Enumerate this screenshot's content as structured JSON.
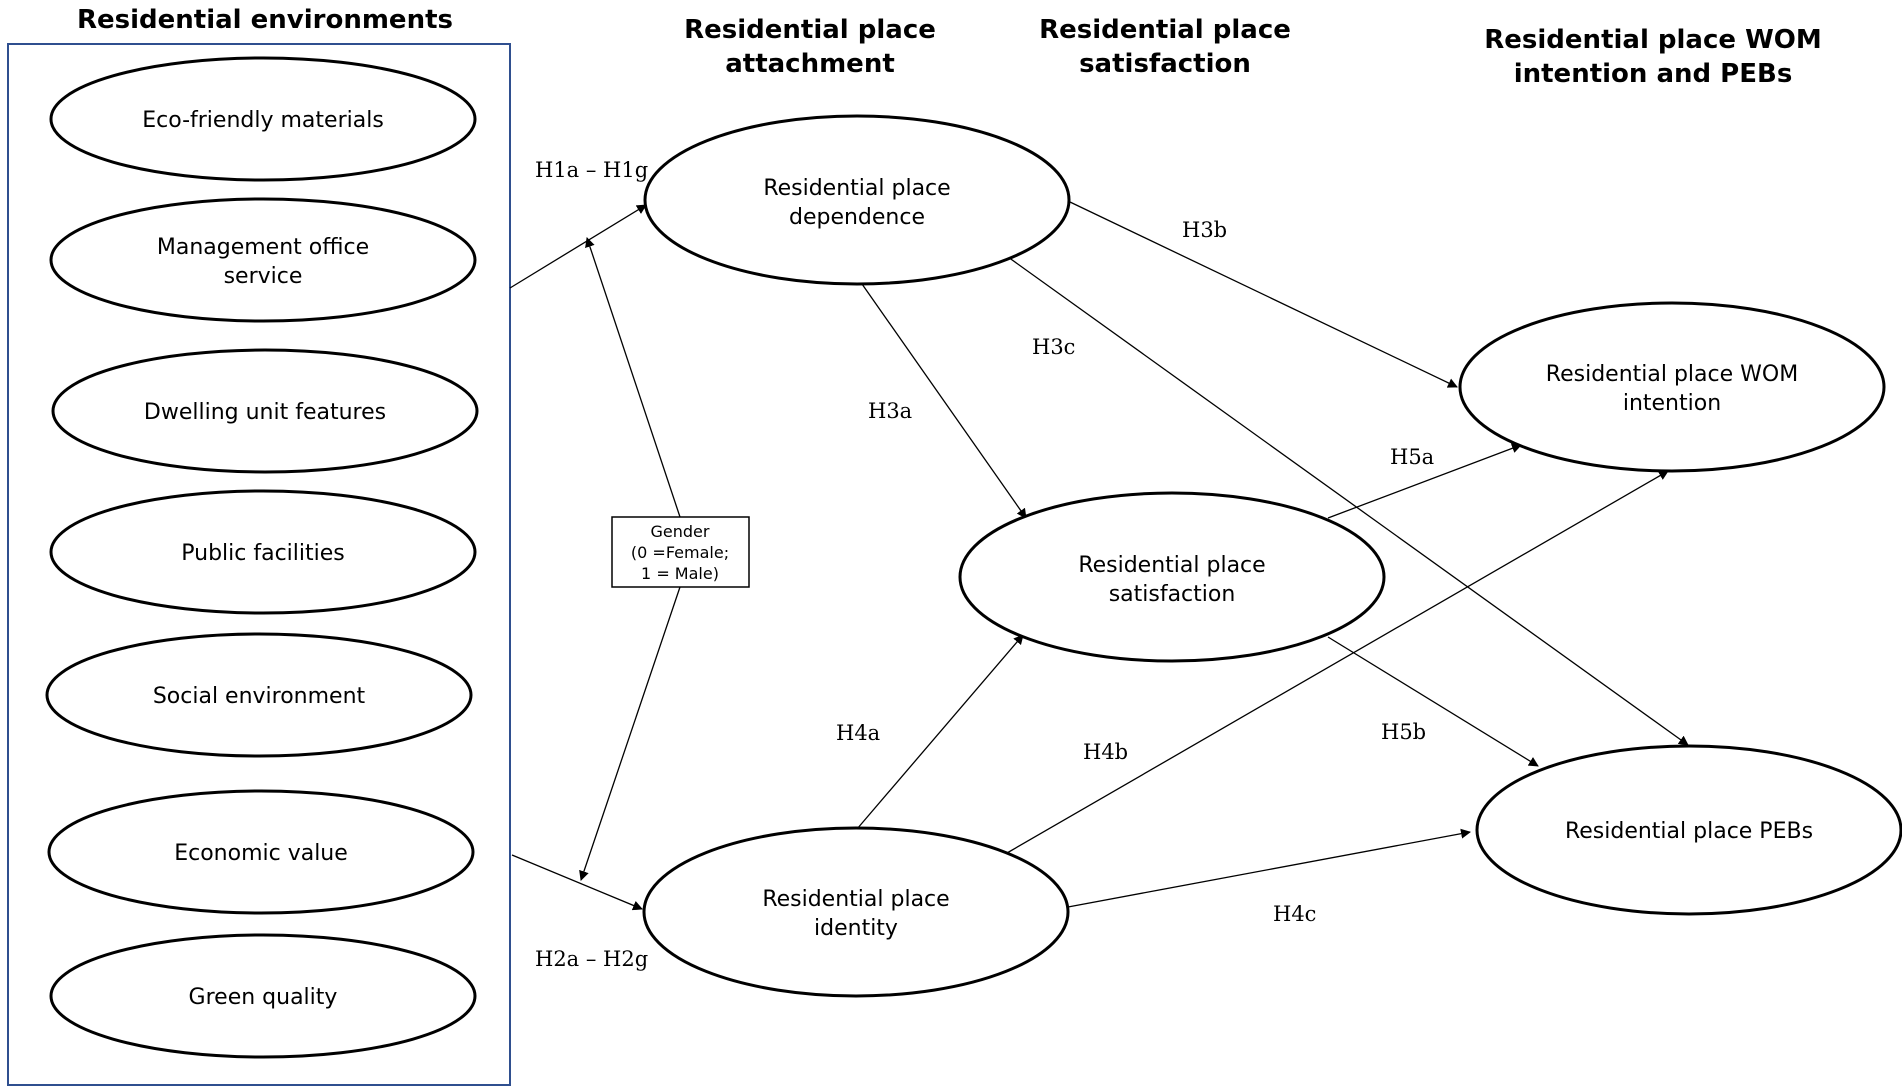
{
  "headings": {
    "environments": "Residential environments",
    "attachment": [
      "Residential place",
      "attachment"
    ],
    "satisfaction": [
      "Residential place",
      "satisfaction"
    ],
    "outcomes": [
      "Residential place WOM",
      "intention and PEBs"
    ]
  },
  "environments": [
    [
      "Eco-friendly materials"
    ],
    [
      "Management office",
      "service"
    ],
    [
      "Dwelling unit features"
    ],
    [
      "Public facilities"
    ],
    [
      "Social environment"
    ],
    [
      "Economic value"
    ],
    [
      "Green quality"
    ]
  ],
  "constructs": {
    "dependence": [
      "Residential place",
      "dependence"
    ],
    "identity": [
      "Residential place",
      "identity"
    ],
    "satisfaction": [
      "Residential place",
      "satisfaction"
    ],
    "wom": [
      "Residential place WOM",
      "intention"
    ],
    "pebs": [
      "Residential place PEBs"
    ]
  },
  "moderator": [
    "Gender",
    "(0 =Female;",
    "1 = Male)"
  ],
  "hypotheses": {
    "h1": "H1a – H1g",
    "h2": "H2a – H2g",
    "h3a": "H3a",
    "h3b": "H3b",
    "h3c": "H3c",
    "h4a": "H4a",
    "h4b": "H4b",
    "h4c": "H4c",
    "h5a": "H5a",
    "h5b": "H5b"
  },
  "colors": {
    "frame": "#2f4f8f",
    "stroke": "#000000",
    "background": "#ffffff"
  }
}
